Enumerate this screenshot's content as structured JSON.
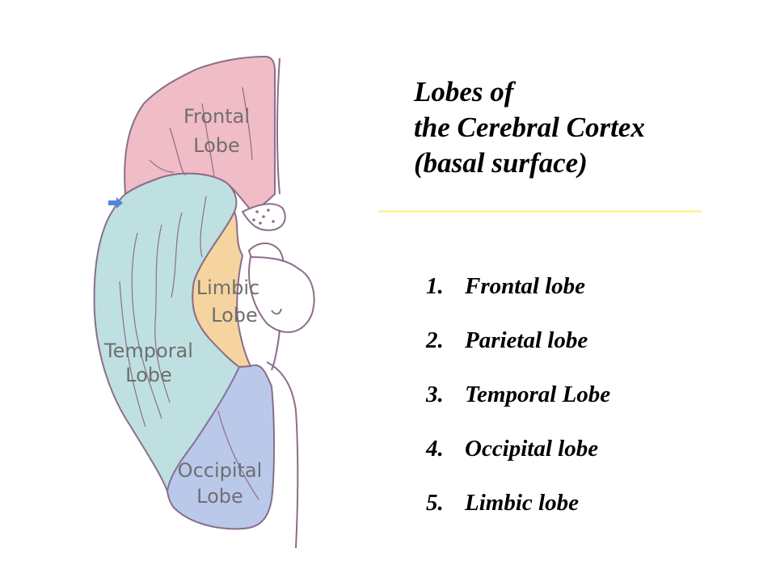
{
  "title": {
    "lines": [
      "Lobes of",
      "the Cerebral Cortex",
      "(basal surface)"
    ]
  },
  "lobe_list": [
    {
      "number": "1.",
      "label": "Frontal lobe"
    },
    {
      "number": "2.",
      "label": "Parietal lobe"
    },
    {
      "number": "3.",
      "label": "Temporal Lobe"
    },
    {
      "number": "4.",
      "label": "Occipital lobe"
    },
    {
      "number": "5.",
      "label": "Limbic lobe"
    }
  ],
  "diagram": {
    "labels": {
      "frontal": [
        "Frontal",
        "Lobe"
      ],
      "limbic": [
        "Limbic",
        "Lobe"
      ],
      "temporal": [
        "Temporal",
        "Lobe"
      ],
      "occipital": [
        "Occipital",
        "Lobe"
      ]
    },
    "colors": {
      "frontal": "#f0bcc6",
      "temporal": "#bfe0e0",
      "limbic": "#f6d4a0",
      "occipital": "#bac8ea",
      "outline": "#8a6e8a",
      "arrow": "#4f86d6",
      "title_rule": "#fbf3a6"
    }
  }
}
